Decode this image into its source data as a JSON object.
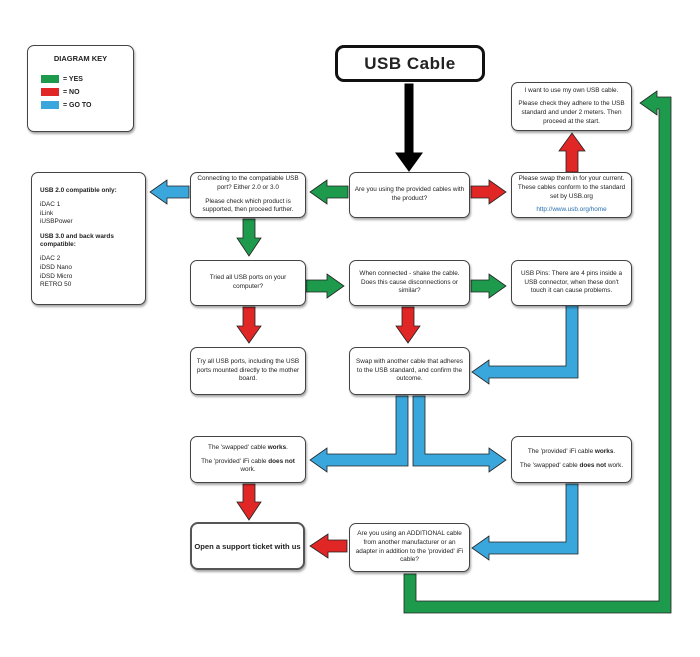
{
  "title": "USB Cable",
  "colors": {
    "yes": "#1e9a4c",
    "no": "#e02726",
    "goto": "#3aa7dc",
    "start": "#000000"
  },
  "key": {
    "title": "DIAGRAM KEY",
    "yes": "= YES",
    "no": "= NO",
    "goto": "= GO TO"
  },
  "nodes": {
    "provided_cables": "Are you using the provided cables with the product?",
    "compatible_port": "Connecting to the compatiable USB port? Either 2.0 or 3.0",
    "compatible_port_note": "Please check which product is supported, then proceed further.",
    "compat_list": {
      "usb2_heading": "USB 2.0 compatible only:",
      "usb2_items": [
        "iDAC 1",
        "iLink",
        "iUSBPower"
      ],
      "usb3_heading": "USB 3.0 and back wards compatible:",
      "usb3_items": [
        "iDAC 2",
        "iDSD Nano",
        "iDSD Micro",
        "RETRO 50"
      ]
    },
    "own_cable_1": "I want to use my own USB cable.",
    "own_cable_2": "Please check they adhere to the USB standard and under 2 meters. Then proceed at the start.",
    "swap_current_1": "Please swap them in for your current. These cables conform to the standard set by USB.org",
    "swap_current_link": "http://www.usb.org/home",
    "tried_ports": "Tried all USB ports on your computer?",
    "shake": "When connected - shake the cable. Does this cause disconnections or similar?",
    "usb_pins": "USB Pins: There are 4 pins inside a USB connector, when these don't touch it can cause problems.",
    "try_all_ports": "Try all USB ports, including the USB ports mounted directly to the mother board.",
    "swap_another": "Swap with another cable that adheres to the USB standard, and confirm the outcome.",
    "swapped_works": {
      "l1_pre": "The 'swapped' cable ",
      "l1_bold": "works",
      "l1_post": ".",
      "l2_pre": "The 'provided' iFi cable ",
      "l2_bold": "does not",
      "l2_post": " work."
    },
    "provided_works": {
      "l1_pre": "The 'provided' iFi cable ",
      "l1_bold": "works",
      "l1_post": ".",
      "l2_pre": "The 'swapped' cable ",
      "l2_bold": "does not",
      "l2_post": " work."
    },
    "support_ticket": "Open a support ticket with us",
    "additional_cable": "Are you using an ADDITIONAL cable from another manufacturer or an adapter in addition to the 'provided' iFi cable?"
  }
}
